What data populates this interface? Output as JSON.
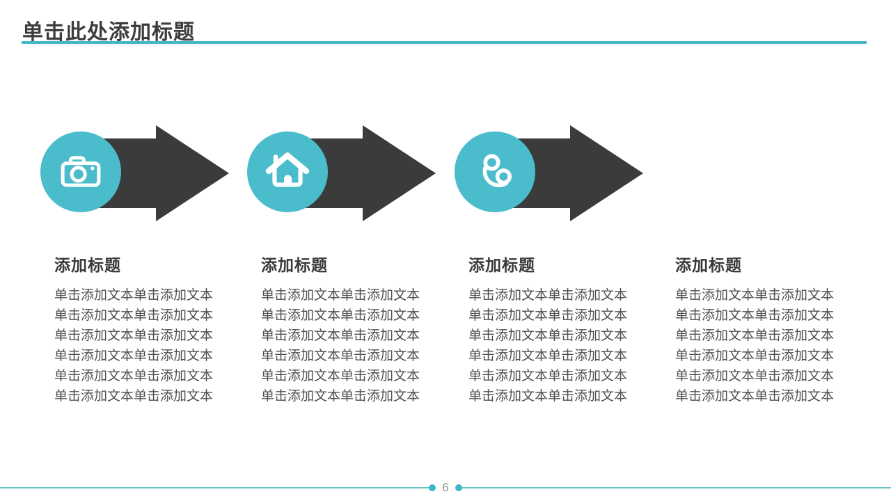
{
  "slide": {
    "title": "单击此处添加标题",
    "page_number": "6",
    "colors": {
      "accent_teal": "#45b7c8",
      "circle_teal": "#4abccb",
      "arrow_dark": "#3b3b3b"
    }
  },
  "steps": [
    {
      "icon": "camera",
      "heading": "添加标题",
      "lines": [
        "单击添加文本单击添加文本",
        "单击添加文本单击添加文本",
        "单击添加文本单击添加文本",
        "单击添加文本单击添加文本",
        "单击添加文本单击添加文本",
        "单击添加文本单击添加文本"
      ]
    },
    {
      "icon": "home",
      "heading": "添加标题",
      "lines": [
        "单击添加文本单击添加文本",
        "单击添加文本单击添加文本",
        "单击添加文本单击添加文本",
        "单击添加文本单击添加文本",
        "单击添加文本单击添加文本",
        "单击添加文本单击添加文本"
      ]
    },
    {
      "icon": "phone",
      "heading": "添加标题",
      "lines": [
        "单击添加文本单击添加文本",
        "单击添加文本单击添加文本",
        "单击添加文本单击添加文本",
        "单击添加文本单击添加文本",
        "单击添加文本单击添加文本",
        "单击添加文本单击添加文本"
      ]
    },
    {
      "heading": "添加标题",
      "lines": [
        "单击添加文本单击添加文本",
        "单击添加文本单击添加文本",
        "单击添加文本单击添加文本",
        "单击添加文本单击添加文本",
        "单击添加文本单击添加文本",
        "单击添加文本单击添加文本"
      ]
    }
  ]
}
